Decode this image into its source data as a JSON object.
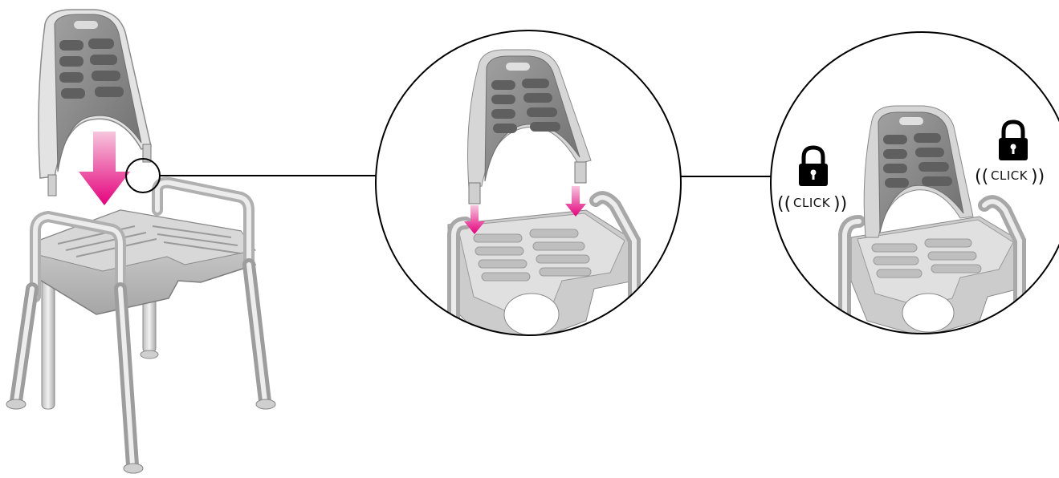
{
  "figure": {
    "left_click_text": "CLICK",
    "right_click_text": "CLICK",
    "lock_icon": "padlock",
    "arrow_color": "#e6007e",
    "chair_color": "#c9c9c9",
    "backrest_color": "#8c8c8c",
    "line_color": "#000000"
  }
}
